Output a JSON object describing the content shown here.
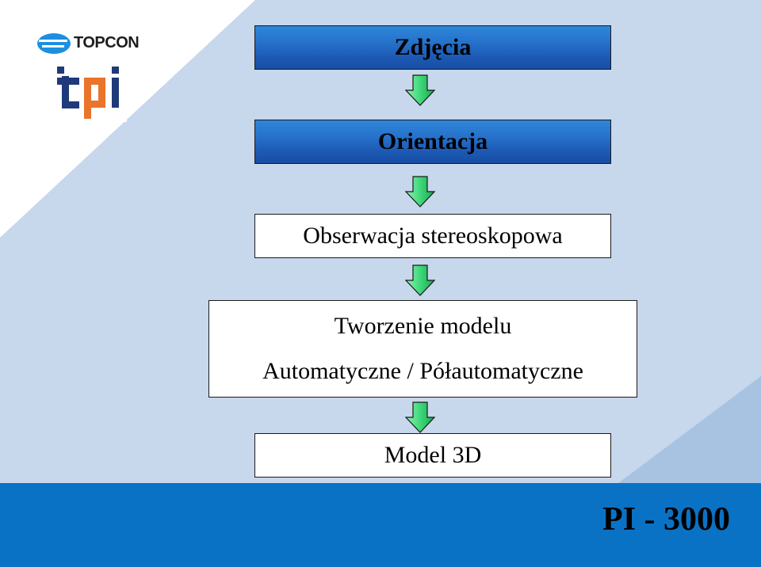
{
  "brand": {
    "topcon": "TOPCON",
    "tpi": "tpi"
  },
  "flow": {
    "step1": "Zdjęcia",
    "step2": "Orientacja",
    "step3": "Obserwacja stereoskopowa",
    "step4_line1": "Tworzenie modelu",
    "step4_line2": "Automatyczne / Półautomatyczne",
    "step5": "Model 3D"
  },
  "footer": {
    "label": "PI - 3000"
  },
  "colors": {
    "background": "#c7d7ec",
    "band": "#0a72c5",
    "box_blue": "#2370cc",
    "arrow_green": "#3fd87a"
  }
}
